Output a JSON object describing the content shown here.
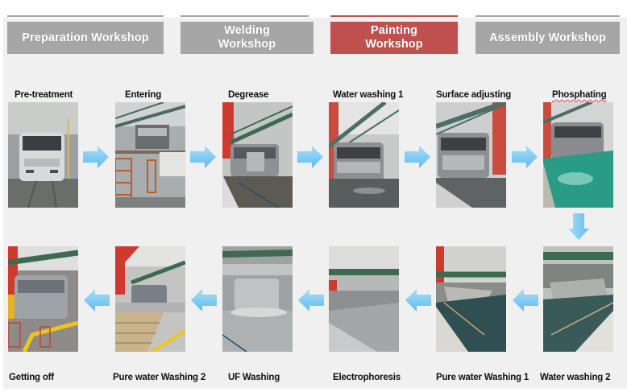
{
  "tabs": [
    {
      "label": "Preparation Workshop",
      "active": false
    },
    {
      "label": "Welding Workshop",
      "active": false
    },
    {
      "label": "Painting Workshop",
      "active": true
    },
    {
      "label": "Assembly Workshop",
      "active": false
    }
  ],
  "colors": {
    "tab_inactive": "#a6a6a6",
    "tab_active": "#c0504d",
    "panel_bg": "#f0f0f0",
    "arrow": "#7dc8f2"
  },
  "steps_row1": [
    {
      "label": "Pre-treatment",
      "icon": "bus-pretreatment-photo"
    },
    {
      "label": "Entering",
      "icon": "bus-entering-photo"
    },
    {
      "label": "Degrease",
      "icon": "bus-degrease-photo"
    },
    {
      "label": "Water washing 1",
      "icon": "bus-water-washing-photo"
    },
    {
      "label": "Surface adjusting",
      "icon": "bus-surface-adjusting-photo"
    },
    {
      "label": "Phosphating",
      "icon": "bus-phosphating-photo"
    }
  ],
  "steps_row2": [
    {
      "label": "Getting off",
      "icon": "bus-getting-off-photo"
    },
    {
      "label": "Pure water Washing 2",
      "icon": "bus-pure-water-photo"
    },
    {
      "label": "UF Washing",
      "icon": "bus-uf-washing-photo"
    },
    {
      "label": "Electrophoresis",
      "icon": "bus-electrophoresis-photo"
    },
    {
      "label": "Pure water Washing 1",
      "icon": "bus-pure-water-photo"
    },
    {
      "label": "Water washing 2",
      "icon": "bus-water-washing-photo"
    }
  ]
}
